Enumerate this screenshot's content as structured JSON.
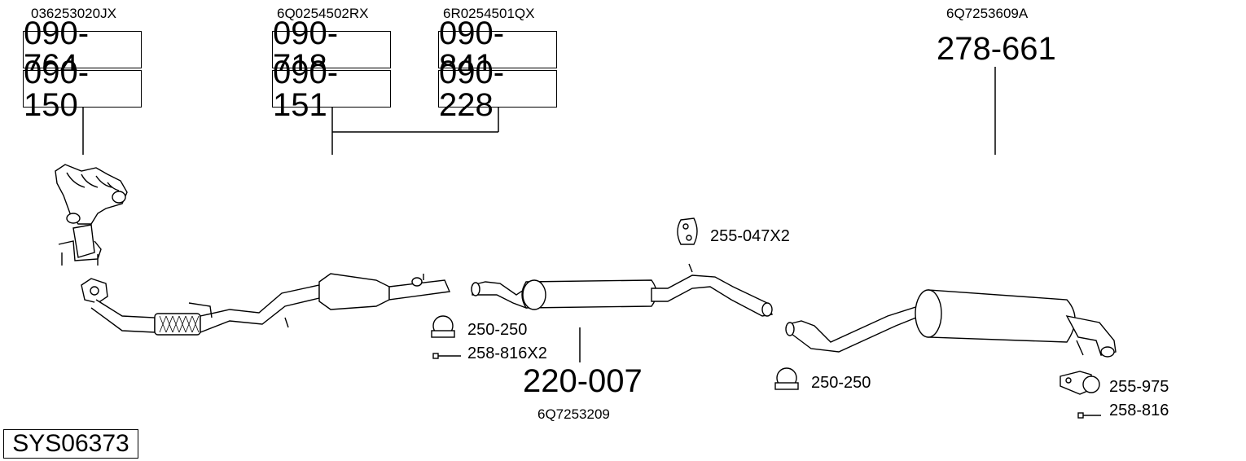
{
  "oem_numbers": {
    "manifold": "036253020JX",
    "cat_a": "6Q0254502RX",
    "cat_b": "6R0254501QX",
    "rear": "6Q7253609A",
    "middle": "6Q7253209"
  },
  "part_boxes": {
    "manifold_top": "090-764",
    "manifold_bottom": "090-150",
    "cat_a_top": "090-718",
    "cat_a_bottom": "090-151",
    "cat_b_top": "090-841",
    "cat_b_bottom": "090-228"
  },
  "big_numbers": {
    "rear_silencer": "278-661",
    "middle_silencer": "220-007"
  },
  "labels": {
    "rubber_mount": "255-047X2",
    "clamp_front": "250-250",
    "bolt_front": "258-816X2",
    "clamp_rear": "250-250",
    "bracket_rear": "255-975",
    "bolt_rear": "258-816"
  },
  "system_id": "SYS06373",
  "icons": [
    "exhaust-manifold-icon",
    "catalytic-converter-icon",
    "middle-silencer-icon",
    "rear-silencer-icon",
    "rubber-mount-icon",
    "clamp-icon",
    "bolt-icon",
    "bracket-icon"
  ]
}
